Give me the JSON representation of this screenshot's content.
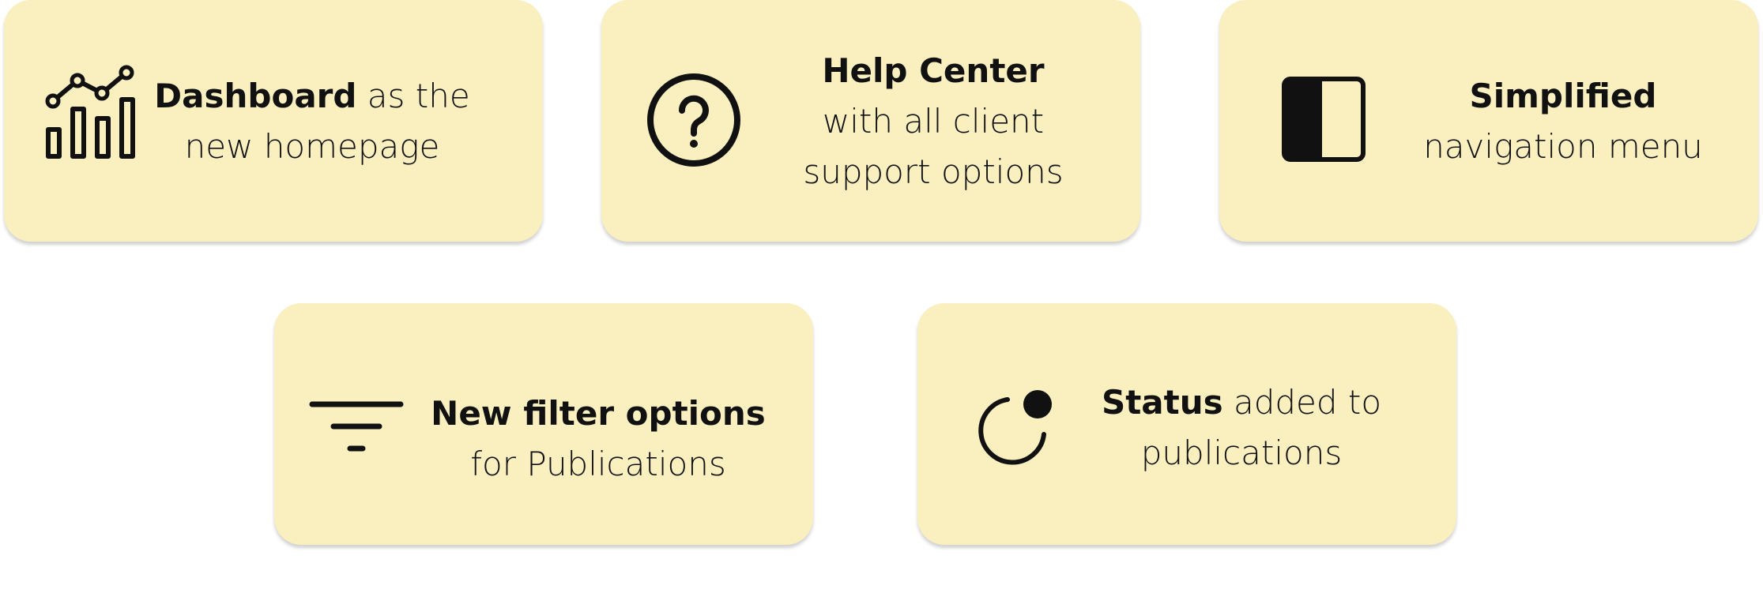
{
  "cards": [
    {
      "icon": "bar-chart-trend-icon",
      "bold": "Dashboard",
      "rest1": " as the",
      "line2": "new homepage"
    },
    {
      "icon": "question-circle-icon",
      "bold": "Help Center",
      "line2": "with all client",
      "line3": "support options"
    },
    {
      "icon": "sidebar-panel-icon",
      "bold": "Simplified",
      "line2": "navigation menu"
    },
    {
      "icon": "filter-icon",
      "bold": "New filter options",
      "line2": "for Publications"
    },
    {
      "icon": "status-dot-icon",
      "bold": "Status",
      "rest1": " added to",
      "line2": "publications"
    }
  ],
  "colors": {
    "card_bg": "#faefbf",
    "ink": "#111111",
    "page_bg": "#ffffff"
  }
}
